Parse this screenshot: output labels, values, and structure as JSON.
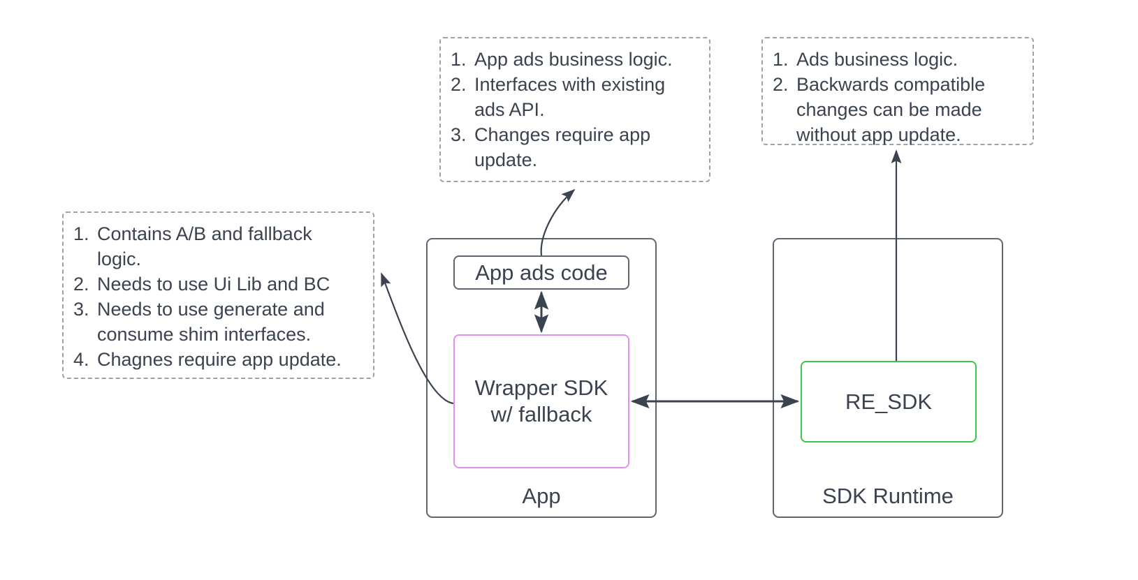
{
  "diagram": {
    "notes": {
      "app_ads_code": {
        "items": [
          {
            "num": "1.",
            "text": "App ads business logic."
          },
          {
            "num": "2.",
            "text": "Interfaces with existing\nads API."
          },
          {
            "num": "3.",
            "text": "Changes require app\nupdate."
          }
        ]
      },
      "re_sdk": {
        "items": [
          {
            "num": "1.",
            "text": "Ads business logic."
          },
          {
            "num": "2.",
            "text": "Backwards compatible\nchanges can be made\nwithout app update."
          }
        ]
      },
      "wrapper_sdk": {
        "items": [
          {
            "num": "1.",
            "text": "Contains A/B and fallback\nlogic."
          },
          {
            "num": "2.",
            "text": "Needs to use Ui Lib and BC"
          },
          {
            "num": "3.",
            "text": "Needs to use generate and\nconsume shim interfaces."
          },
          {
            "num": "4.",
            "text": "Chagnes require app update."
          }
        ]
      }
    },
    "containers": {
      "app": {
        "label": "App"
      },
      "sdk_runtime": {
        "label": "SDK Runtime"
      }
    },
    "boxes": {
      "app_ads_code": {
        "label": "App ads code"
      },
      "wrapper_sdk": {
        "label": "Wrapper SDK\nw/ fallback"
      },
      "re_sdk": {
        "label": "RE_SDK"
      }
    },
    "colors": {
      "text": "#3b4250",
      "container_border": "#5f6672",
      "note_border": "#9aa3ad",
      "wrapper_sdk_border": "#e58df5",
      "re_sdk_border": "#3dc44a",
      "arrow": "#3b4250",
      "background": "#ffffff"
    },
    "arrows": [
      {
        "name": "app-ads-code-to-note",
        "from": "app-ads-code",
        "to": "note-app-ads",
        "style": "curved",
        "heads": "end"
      },
      {
        "name": "re-sdk-to-note",
        "from": "re-sdk",
        "to": "note-re-sdk",
        "style": "straight",
        "heads": "end"
      },
      {
        "name": "wrapper-sdk-to-note",
        "from": "wrapper-sdk",
        "to": "note-wrapper",
        "style": "curved",
        "heads": "end"
      },
      {
        "name": "app-ads-code-to-wrapper-sdk",
        "from": "app-ads-code",
        "to": "wrapper-sdk",
        "style": "straight",
        "heads": "both"
      },
      {
        "name": "wrapper-sdk-to-re-sdk",
        "from": "wrapper-sdk",
        "to": "re-sdk",
        "style": "straight",
        "heads": "both"
      }
    ]
  }
}
